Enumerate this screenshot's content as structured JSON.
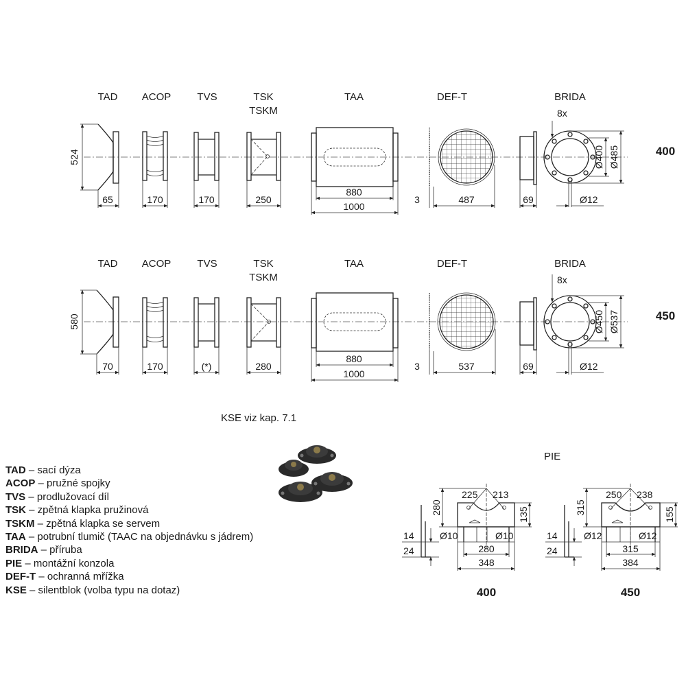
{
  "components": {
    "tad": "TAD",
    "acop": "ACOP",
    "tvs": "TVS",
    "tsk": "TSK",
    "tskm": "TSKM",
    "taa": "TAA",
    "deft": "DEF-T",
    "brida": "BRIDA"
  },
  "rows": [
    {
      "size_label": "400",
      "tad_height": "524",
      "tad_len": "65",
      "acop_len": "170",
      "tvs_len": "170",
      "tsk_len": "250",
      "taa_inner": "880",
      "taa_total": "1000",
      "deft_thick": "3",
      "deft_dia": "487",
      "brida_width": "69",
      "bolt_count": "8x",
      "bolt_dia": "Ø12",
      "brida_inner": "Ø400",
      "brida_outer": "Ø485"
    },
    {
      "size_label": "450",
      "tad_height": "580",
      "tad_len": "70",
      "acop_len": "170",
      "tvs_len": "(*)",
      "tsk_len": "280",
      "taa_inner": "880",
      "taa_total": "1000",
      "deft_thick": "3",
      "deft_dia": "537",
      "brida_width": "69",
      "bolt_count": "8x",
      "bolt_dia": "Ø12",
      "brida_inner": "Ø450",
      "brida_outer": "Ø537"
    }
  ],
  "kse_ref": "KSE viz kap. 7.1",
  "pie": {
    "title": "PIE",
    "brackets": [
      {
        "size_label": "400",
        "height": "280",
        "angle_left": "225",
        "angle_right": "213",
        "side": "135",
        "h14": "14",
        "h24": "24",
        "hole_left": "Ø10",
        "hole_right": "Ø10",
        "spacing": "280",
        "width": "348"
      },
      {
        "size_label": "450",
        "height": "315",
        "angle_left": "250",
        "angle_right": "238",
        "side": "155",
        "h14": "14",
        "h24": "24",
        "hole_left": "Ø12",
        "hole_right": "Ø12",
        "spacing": "315",
        "width": "384"
      }
    ]
  },
  "legend": [
    {
      "code": "TAD",
      "text": " – sací dýza"
    },
    {
      "code": "ACOP",
      "text": " – pružné spojky"
    },
    {
      "code": "TVS",
      "text": " – prodlužovací díl"
    },
    {
      "code": "TSK",
      "text": " – zpětná klapka pružinová"
    },
    {
      "code": "TSKM",
      "text": " – zpětná klapka se servem"
    },
    {
      "code": "TAA",
      "text": " – potrubní tlumič (TAAC na objednávku s jádrem)"
    },
    {
      "code": "BRIDA",
      "text": " – příruba"
    },
    {
      "code": "PIE",
      "text": " – montážní konzola"
    },
    {
      "code": "DEF-T",
      "text": " – ochranná mřížka"
    },
    {
      "code": "KSE",
      "text": " – silentblok (volba typu na dotaz)"
    }
  ]
}
